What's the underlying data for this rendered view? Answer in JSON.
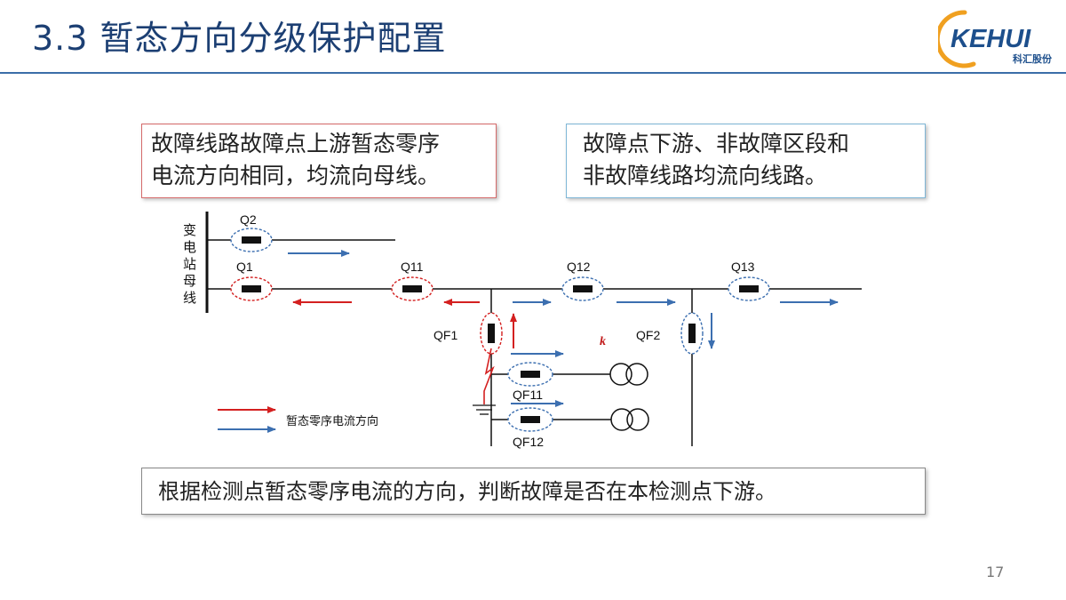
{
  "slide": {
    "title": "3.3 暂态方向分级保护配置",
    "page_number": "17"
  },
  "logo": {
    "brand": "KEHUI",
    "subtitle": "科汇股份",
    "colors": {
      "ring": "#f0a020",
      "text": "#1d4f8c"
    }
  },
  "callouts": {
    "upstream": {
      "line1": "故障线路故障点上游暂态零序",
      "line2": "电流方向相同，均流向母线。",
      "border_color": "#d56a6a"
    },
    "downstream": {
      "line1": "故障点下游、非故障区段和",
      "line2": "非故障线路均流向线路。",
      "border_color": "#7eb6d6"
    },
    "conclusion": "根据检测点暂态零序电流的方向，判断故障是否在本检测点下游。"
  },
  "diagram": {
    "bus_label_chars": [
      "变",
      "电",
      "站",
      "母",
      "线"
    ],
    "detection_points": {
      "q2": "Q2",
      "q1": "Q1",
      "q11": "Q11",
      "q12": "Q12",
      "q13": "Q13",
      "qf1": "QF1",
      "qf2": "QF2",
      "qf11": "QF11",
      "qf12": "QF12"
    },
    "fault_label": "k",
    "legend": {
      "label": "暂态零序电流方向",
      "red_color": "#d42020",
      "blue_color": "#3c6fb0"
    }
  }
}
